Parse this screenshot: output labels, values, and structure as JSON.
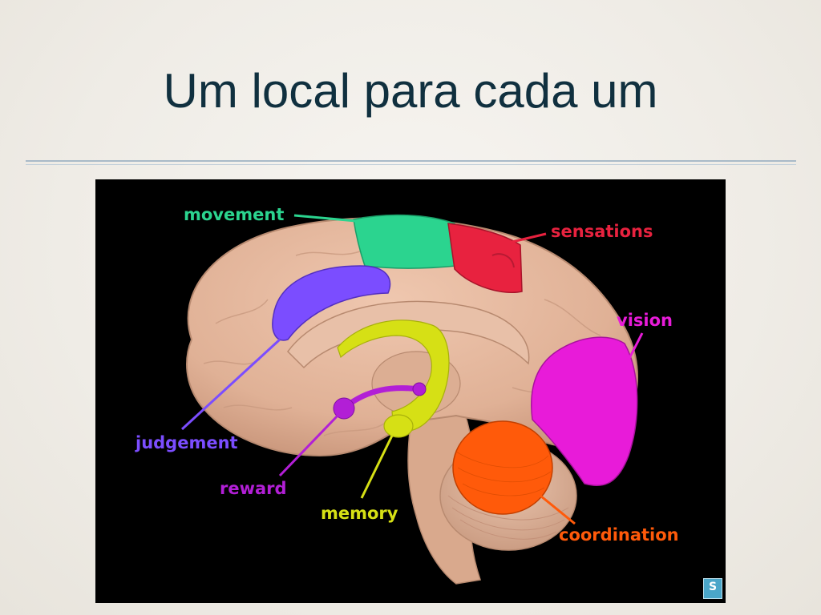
{
  "slide": {
    "title": "Um local para cada um"
  },
  "diagram": {
    "labels": {
      "movement": "movement",
      "sensations": "sensations",
      "vision": "vision",
      "judgement": "judgement",
      "reward": "reward",
      "memory": "memory",
      "coordination": "coordination"
    },
    "colors": {
      "movement": "#2bd48f",
      "sensations": "#e8223f",
      "vision": "#e81bd9",
      "judgement": "#7b4dff",
      "reward": "#b21fd6",
      "memory": "#d6e015",
      "coordination": "#ff5a0a",
      "brain": "#e2b59c",
      "background": "#000000"
    }
  }
}
